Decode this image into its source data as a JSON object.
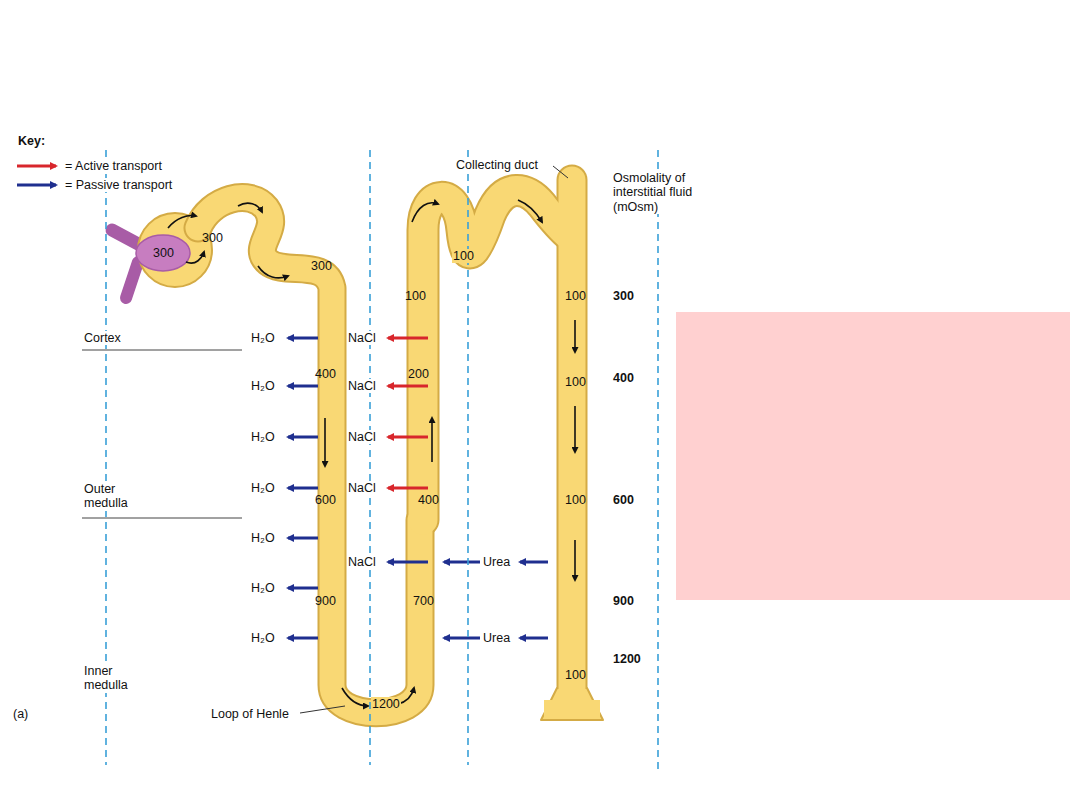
{
  "diagram": {
    "labels": [
      "Key:",
      "Collecting duct",
      "Osmolality of interstitial fluid (mOsm)",
      "300",
      "300",
      "300",
      "100",
      "100",
      "100",
      "300",
      "Cortex",
      "H₂O",
      "NaCl",
      "400",
      "200",
      "100",
      "400",
      "H₂O",
      "NaCl",
      "H₂O",
      "NaCl",
      "Outer medulla",
      "H₂O",
      "NaCl",
      "600",
      "400",
      "100",
      "600",
      "H₂O",
      "NaCl",
      "Urea",
      "H₂O",
      "900",
      "700",
      "900",
      "H₂O",
      "Urea",
      "1200",
      "Inner medulla",
      "100",
      "1200",
      "(a)",
      "Loop of Henle"
    ],
    "legend": [
      {
        "text": "= Active transport"
      },
      {
        "text": "= Passive transport"
      }
    ]
  }
}
